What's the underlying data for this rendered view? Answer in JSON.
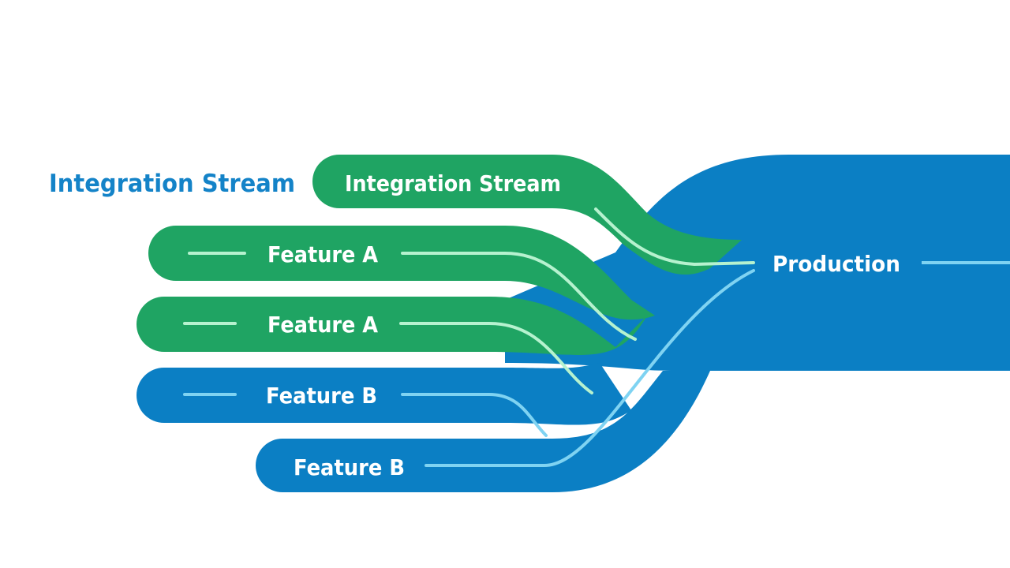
{
  "diagram": {
    "side_label": "Integration Stream",
    "streams": [
      {
        "label": "Integration Stream",
        "kind": "integration"
      },
      {
        "label": "Feature A",
        "kind": "feature-a"
      },
      {
        "label": "Feature A",
        "kind": "feature-a"
      },
      {
        "label": "Feature B",
        "kind": "feature-b"
      },
      {
        "label": "Feature B",
        "kind": "feature-b"
      }
    ],
    "target_label": "Production"
  },
  "colors": {
    "green": "#1fa463",
    "blue": "#0b7fc4",
    "side_label": "#1483c8",
    "highlight_green": "#b6f2cf",
    "highlight_blue": "#7fd3f2",
    "background": "#ffffff"
  }
}
